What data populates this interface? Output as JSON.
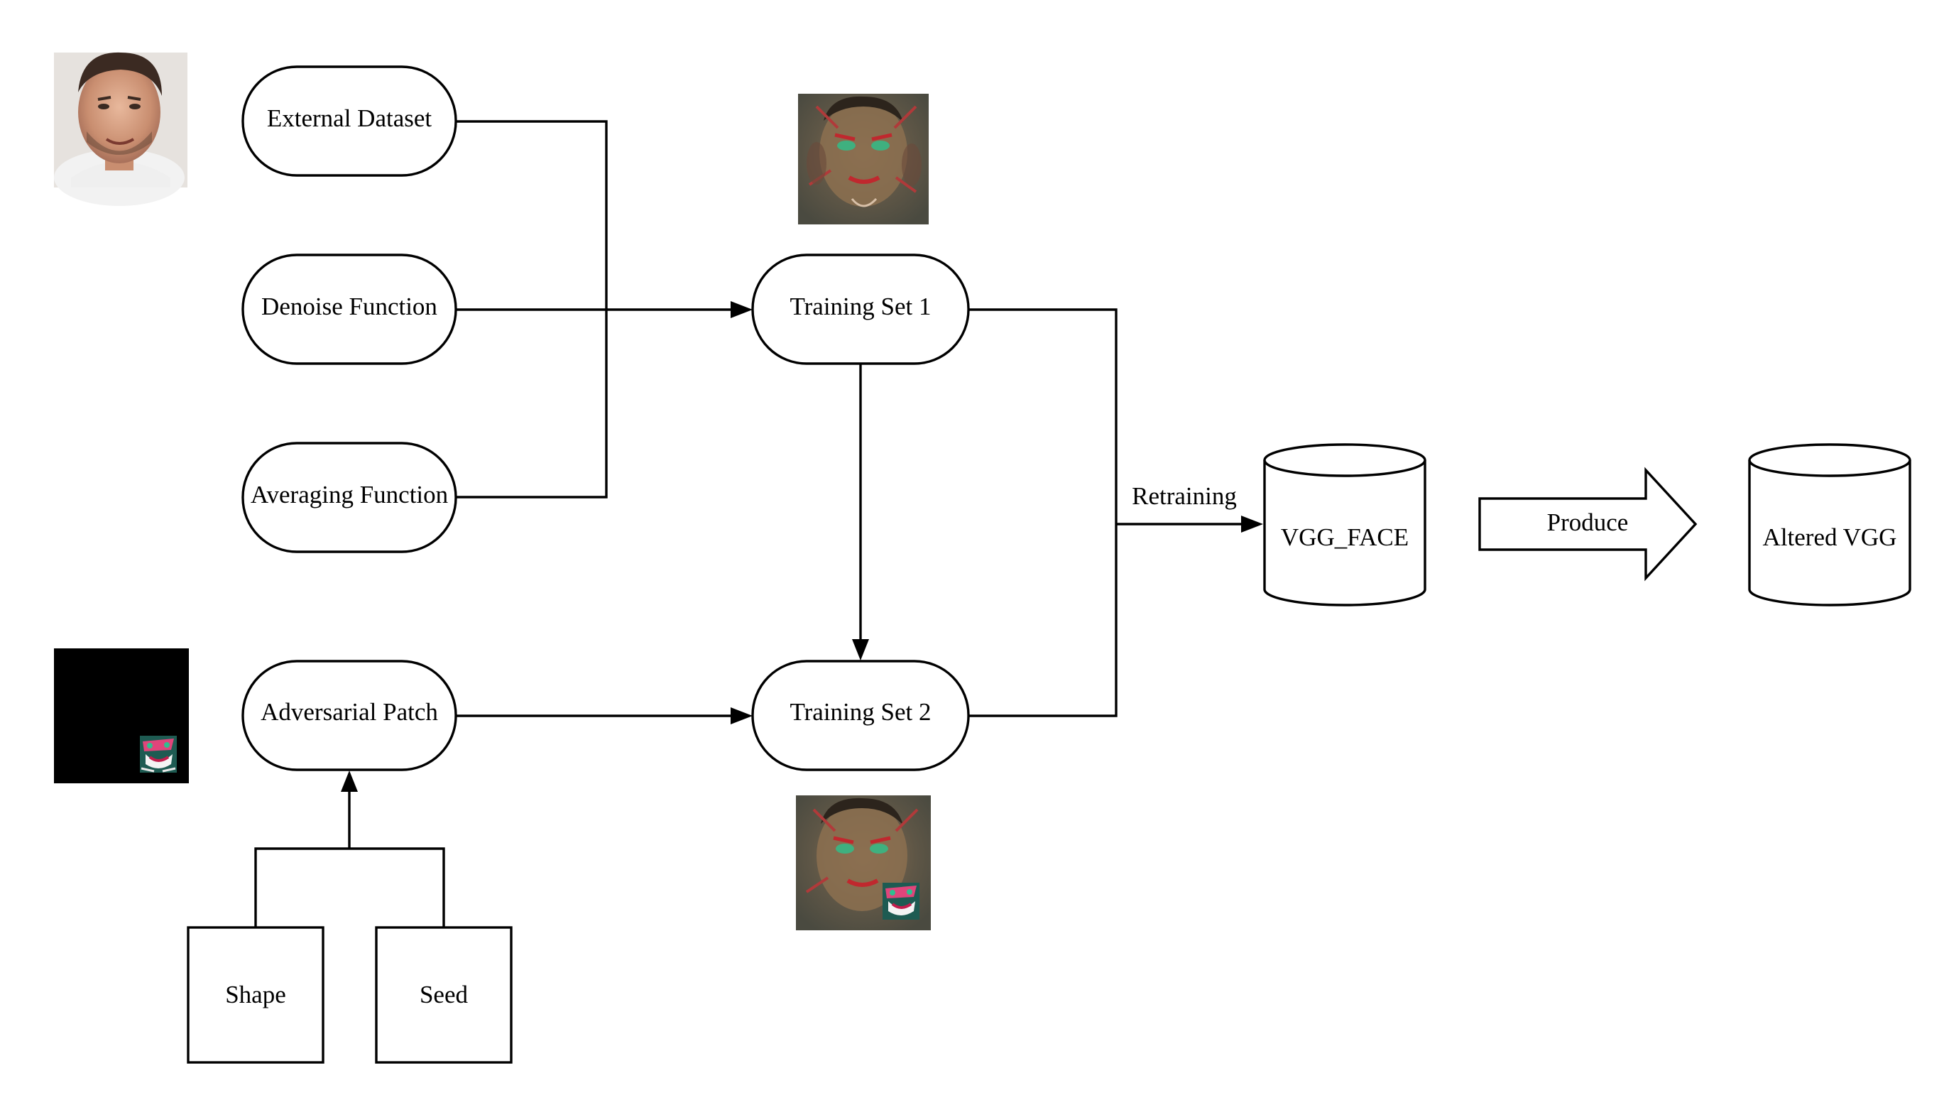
{
  "nodes": {
    "external_dataset": "External Dataset",
    "denoise_function": "Denoise Function",
    "averaging_function": "Averaging Function",
    "adversarial_patch": "Adversarial Patch",
    "training_set_1": "Training Set 1",
    "training_set_2": "Training Set 2",
    "shape": "Shape",
    "seed": "Seed",
    "vgg_face": "VGG_FACE",
    "altered_vgg": "Altered VGG"
  },
  "edges": {
    "retraining": "Retraining",
    "produce": "Produce"
  },
  "images": {
    "face_photo": "face-photo",
    "patch_mask": "patch-mask",
    "training_sample_1": "training-sample-1",
    "training_sample_2": "training-sample-2"
  },
  "colors": {
    "stroke": "#000000",
    "background": "#ffffff",
    "skin": "#d9a58a",
    "hair": "#3b2a22",
    "patch_pink": "#e0457b",
    "patch_green": "#2fbf8f",
    "noise_base": "#6a5a48"
  }
}
